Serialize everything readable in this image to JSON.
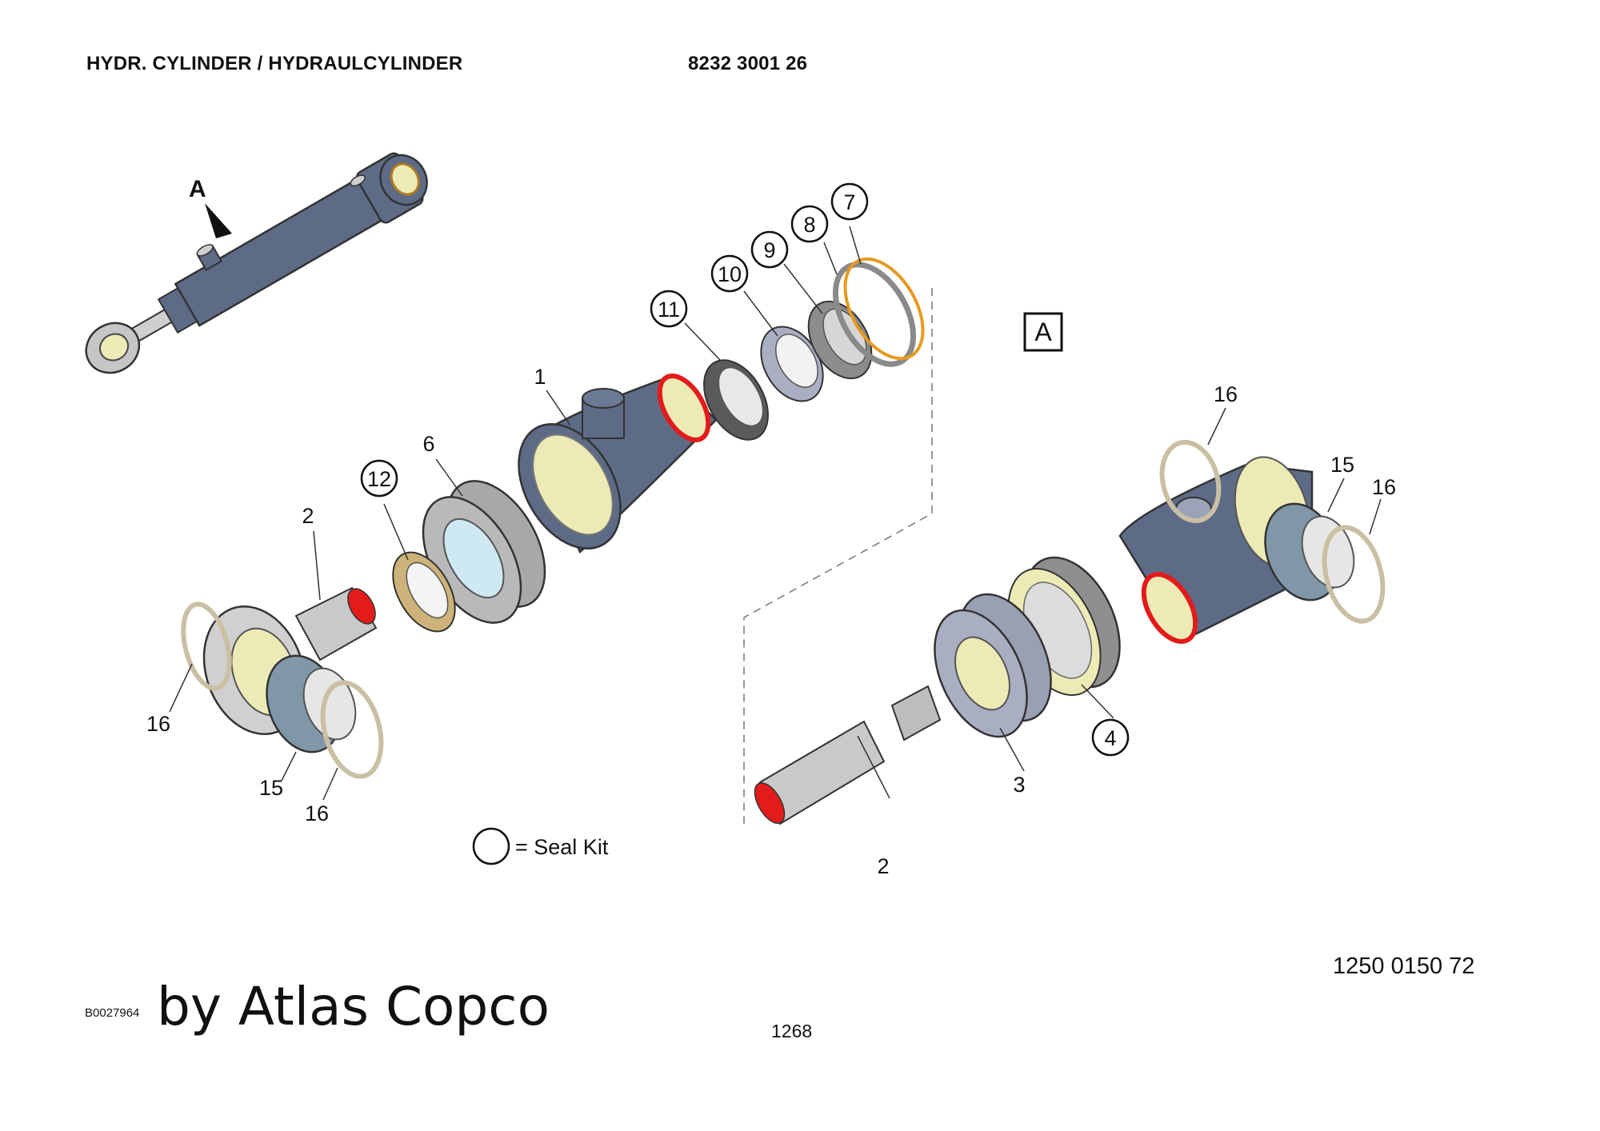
{
  "header": {
    "title": "HYDR. CYLINDER / HYDRAULCYLINDER",
    "part_number": "8232 3001 26"
  },
  "detail_markers": {
    "arrow_label": "A",
    "box_label": "A"
  },
  "callouts": {
    "c1": "1",
    "c2a": "2",
    "c2b": "2",
    "c3": "3",
    "c4": "4",
    "c6": "6",
    "c7": "7",
    "c8": "8",
    "c9": "9",
    "c10": "10",
    "c11": "11",
    "c12": "12",
    "c15a": "15",
    "c15b": "15",
    "c16a": "16",
    "c16b": "16",
    "c16c": "16",
    "c16d": "16"
  },
  "legend": {
    "text": "= Seal Kit"
  },
  "footer": {
    "drawing_code": "1250 0150 72",
    "image_id": "B0027964",
    "brand": "by Atlas Copco",
    "page_number": "1268"
  },
  "colors": {
    "body_blue": "#5d6b86",
    "bushing_yellow": "#ecebb6",
    "cut_red": "#e31b1b",
    "seal_orange": "#e69a20",
    "steel_gray": "#bdbdbd",
    "ring_tan": "#e3d9c2"
  }
}
